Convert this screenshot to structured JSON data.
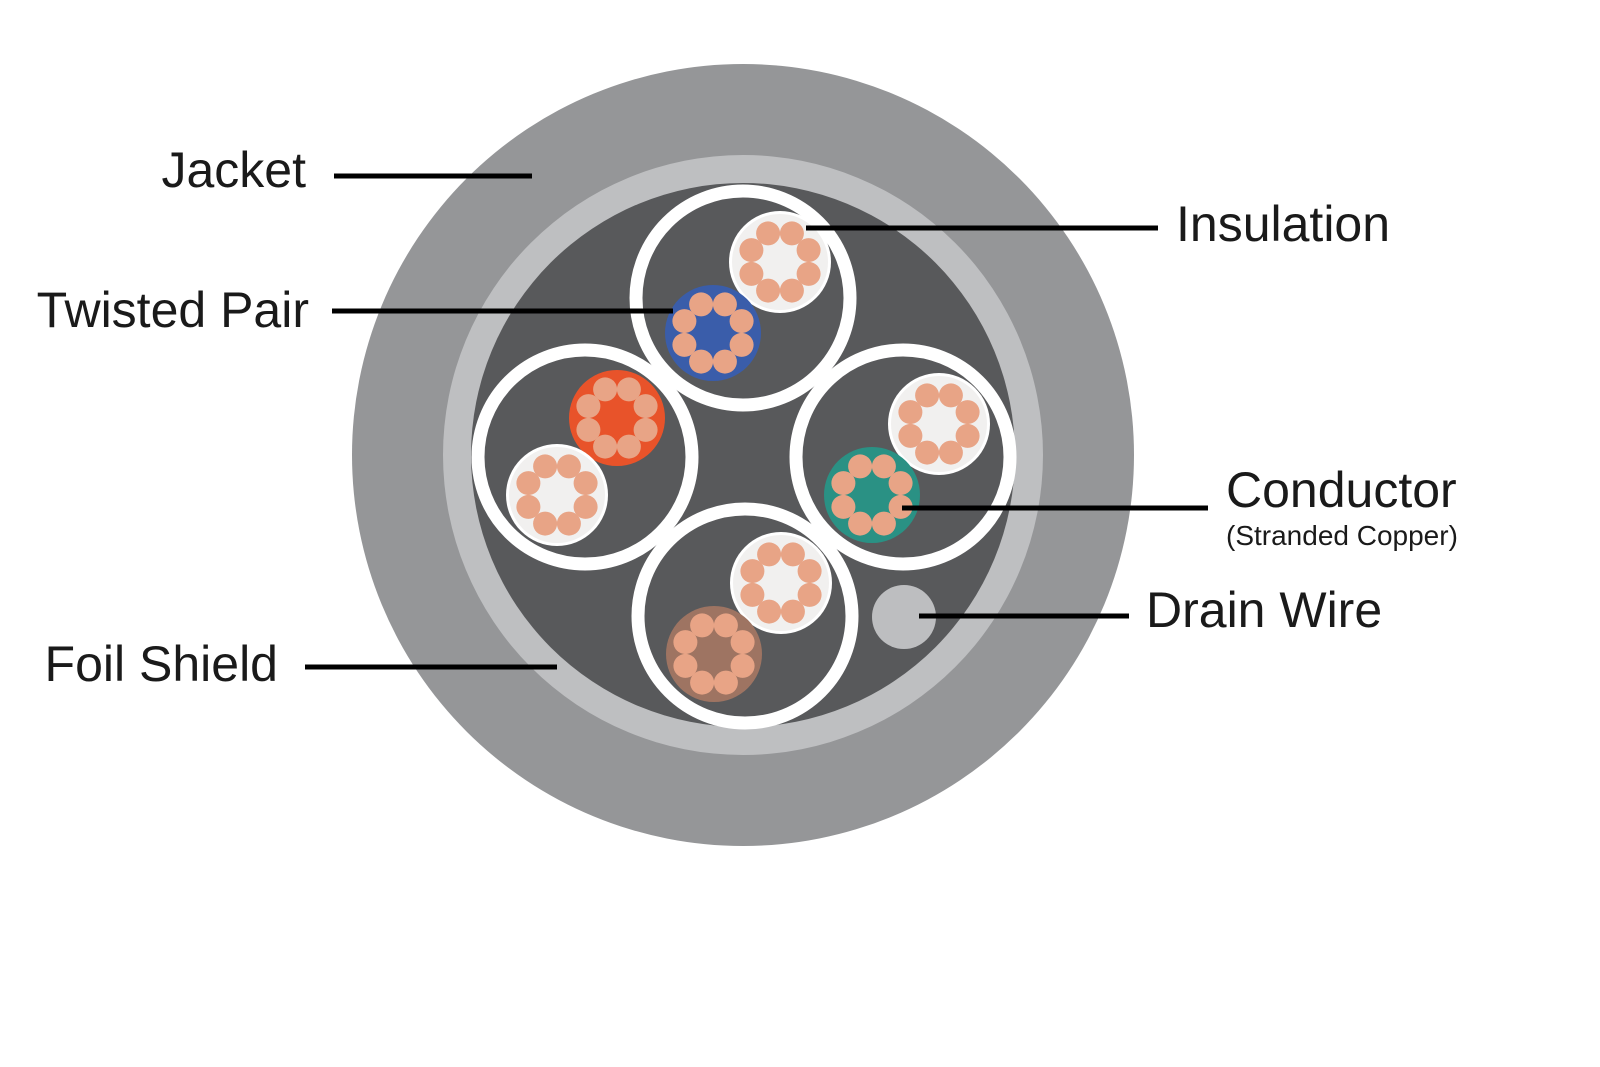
{
  "labels": {
    "jacket": "Jacket",
    "twisted_pair": "Twisted Pair",
    "foil_shield": "Foil Shield",
    "insulation": "Insulation",
    "conductor": "Conductor",
    "conductor_sub": "(Stranded Copper)",
    "drain_wire": "Drain Wire"
  },
  "colors": {
    "jacket": "#959698",
    "foil_shield": "#bebfc1",
    "core": "#58595b",
    "pair_insulation_ring": "#ffffff",
    "white_insulation": "#f1f0ef",
    "copper_strand": "#e8a486",
    "drain_wire": "#bdbec0",
    "blue": "#3a5daa",
    "orange": "#e8532a",
    "green": "#2a9184",
    "brown": "#9e7462"
  },
  "pairs": [
    {
      "name": "blue-pair",
      "colored": "blue"
    },
    {
      "name": "orange-pair",
      "colored": "orange"
    },
    {
      "name": "green-pair",
      "colored": "green"
    },
    {
      "name": "brown-pair",
      "colored": "brown"
    }
  ]
}
